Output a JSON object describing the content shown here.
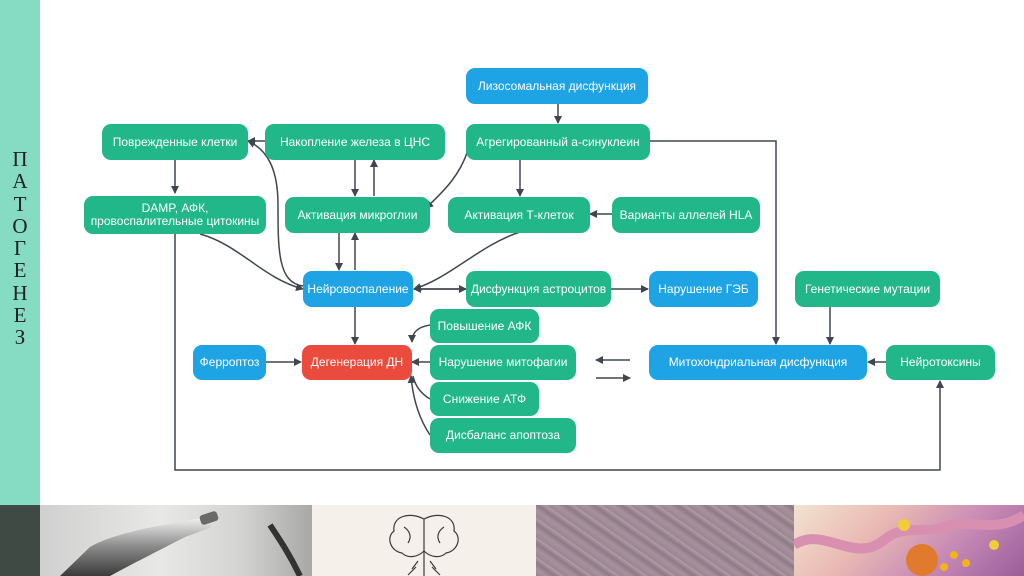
{
  "sidebar": {
    "title_letters": [
      "П",
      "А",
      "Т",
      "О",
      "Г",
      "Е",
      "Н",
      "Е",
      "З"
    ]
  },
  "diagram": {
    "lysosomal": "Лизосомальная дисфункция",
    "damaged_cells": "Поврежденные клетки",
    "iron": "Накопление железа в ЦНС",
    "synuclein": "Агрегированный a-синуклеин",
    "damp_line1": "DAMP, АФК,",
    "damp_line2": "провоспалительные цитокины",
    "microglia": "Активация микроглии",
    "tcells": "Активация Т-клеток",
    "hla": "Варианты аллелей HLA",
    "neuroinflammation": "Нейровоспаление",
    "astro": "Дисфункция астроцитов",
    "bbb": "Нарушение ГЭБ",
    "genetic": "Генетические мутации",
    "ros_up": "Повышение АФК",
    "ferroptosis": "Ферроптоз",
    "degeneration": "Дегенерация ДН",
    "mitophagy": "Нарушение митофагии",
    "mito": "Митохондриальная дисфункция",
    "neurotoxins": "Нейротоксины",
    "atp": "Снижение АТФ",
    "apoptosis": "Дисбаланс апоптоза"
  },
  "colors": {
    "sidebar": "#86dcc2",
    "green_node": "#22b789",
    "blue_node": "#1ea3e4",
    "red_node": "#ea4b3c",
    "arrow": "#404650"
  }
}
